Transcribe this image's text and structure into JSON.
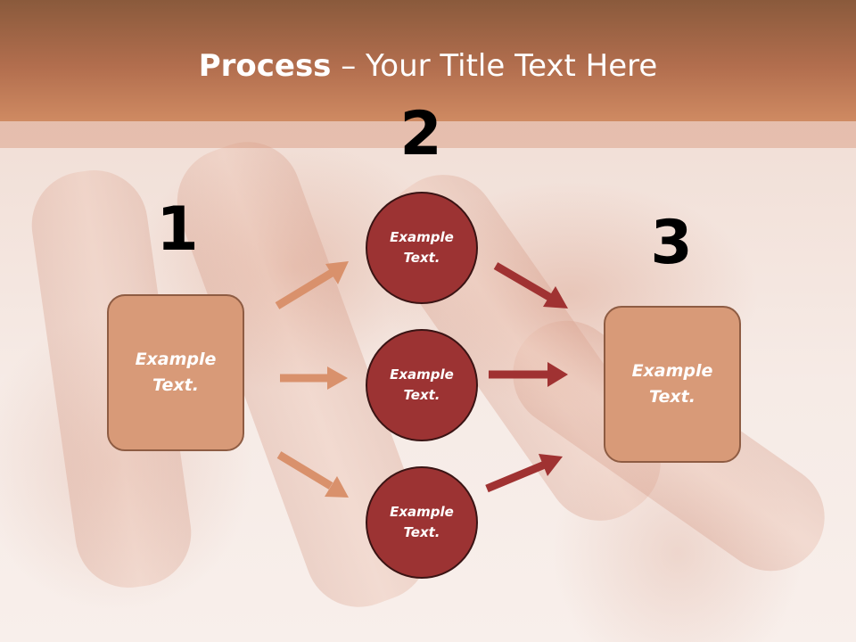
{
  "slide": {
    "title_bold": "Process",
    "title_rest": " – Your Title Text Here"
  },
  "steps": {
    "step1_number": "1",
    "step2_number": "2",
    "step3_number": "3"
  },
  "nodes": {
    "left_box": "Example\nText.",
    "circle_top": "Example\nText.",
    "circle_middle": "Example\nText.",
    "circle_bottom": "Example\nText.",
    "right_box": "Example\nText."
  },
  "colors": {
    "header": "#b26e4e",
    "box_fill": "#d89a78",
    "circle_fill": "#9c3333",
    "arrow_light": "#d9916c",
    "arrow_dark": "#a03232"
  }
}
